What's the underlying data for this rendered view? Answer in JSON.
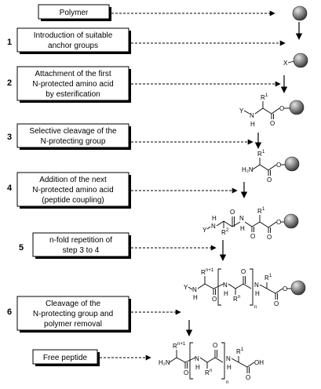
{
  "steps": [
    {
      "number": "",
      "lines": [
        "Polymer"
      ]
    },
    {
      "number": "1",
      "lines": [
        "Introduction of suitable",
        "anchor groups"
      ]
    },
    {
      "number": "2",
      "lines": [
        "Attachment of the first",
        "N-protected amino acid",
        "by esterification"
      ]
    },
    {
      "number": "3",
      "lines": [
        "Selective cleavage of the",
        "N-protecting group"
      ]
    },
    {
      "number": "4",
      "lines": [
        "Addition of the next",
        "N-protected amino acid",
        "(peptide coupling)"
      ]
    },
    {
      "number": "5",
      "lines": [
        "n-fold repetition of",
        "step 3 to 4"
      ]
    },
    {
      "number": "6",
      "lines": [
        "Cleavage of the",
        "N-protecting group and",
        "polymer removal"
      ]
    },
    {
      "number": "",
      "lines": [
        "Free peptide"
      ]
    }
  ],
  "atoms": {
    "x": "X",
    "y": "Y",
    "n": "N",
    "h": "H",
    "nh": "NH",
    "h2n": "H₂N",
    "o": "O",
    "oh": "OH",
    "r": "R",
    "sup1": "1",
    "sup2": "2",
    "supn": "n",
    "supn1": "n+1",
    "sub_n": "n"
  },
  "colors": {
    "bead": "#7a7a7a",
    "bead_highlight": "#e6e6e6",
    "line": "#000000"
  }
}
